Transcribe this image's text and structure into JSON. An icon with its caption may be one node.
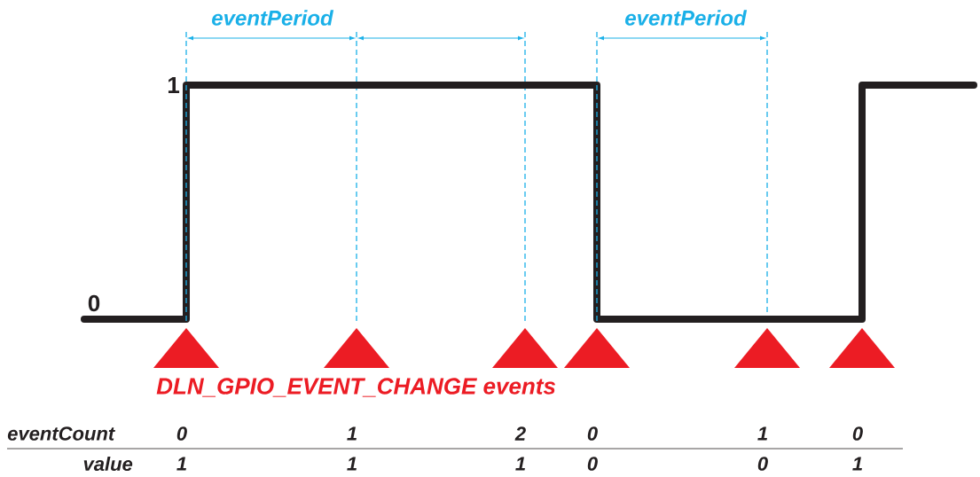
{
  "diagram": {
    "nodes": [
      {
        "text": [],
        "shape": "triangle"
      },
      {
        "text": [],
        "shape": "triangle"
      },
      {
        "text": [],
        "shape": "triangle"
      },
      {
        "text": [],
        "shape": "triangle"
      },
      {
        "text": [],
        "shape": "triangle"
      },
      {
        "text": [],
        "shape": "triangle"
      }
    ],
    "labels": [
      "eventPeriod",
      "eventPeriod",
      "1",
      "0",
      "DLN_GPIO_EVENT_CHANGE events",
      "eventCount",
      "0",
      "1",
      "2",
      "0",
      "1",
      "0",
      "value",
      "1",
      "1",
      "1",
      "0",
      "0",
      "1"
    ]
  }
}
